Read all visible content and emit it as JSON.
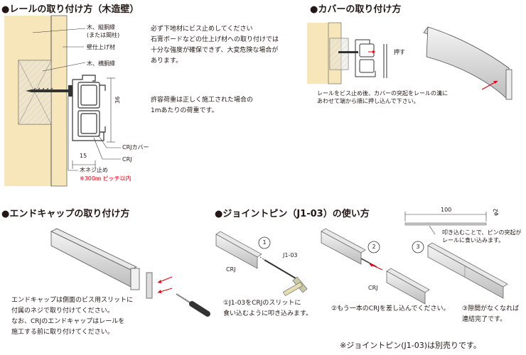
{
  "colors": {
    "wall": "#f7e6b9",
    "wood": "#e7e3dc",
    "metal": "#eeeeee",
    "red": "#e60012",
    "ink": "#231815"
  },
  "sec1": {
    "heading": "●レールの取り付け方（木造壁）",
    "label_wood1": "木、縦胴縁",
    "label_wood2": "(または間柱)",
    "label_finish": "壁仕上げ材",
    "label_wood3": "木、横胴縁",
    "note_lines": [
      "必ず下地材にビス止めしてください",
      "石膏ボードなどの仕上げ材への取り付けでは",
      "十分な強度が確保できず、大変危険な場合が",
      "あります。"
    ],
    "load_lines": [
      "許容荷重は正しく施工された場合の",
      "1mあたりの荷重です。"
    ],
    "dim_height": "36",
    "dim_width": "15",
    "label_cover": "CRJカバー",
    "label_rail": "CRJ",
    "label_screw": "木ネジ止め",
    "label_pitch": "※300㎜ ピッチ以内"
  },
  "sec2": {
    "heading": "●カバーの取り付け方",
    "label_push": "押す",
    "caption_lines": [
      "レールをビス止め後、カバーの突起をレールの溝に",
      "あわせて端から順に押し込んで下さい。"
    ]
  },
  "sec3": {
    "heading": "●エンドキャップの取り付け方",
    "caption_lines": [
      "エンドキャップは側面のビス用スリットに",
      "付属のネジで取り付けてください。",
      "なお、CRJのエンドキャップはレールを",
      "施工する前に取り付けてください。"
    ]
  },
  "sec4": {
    "heading": "●ジョイントピン（J1-03）の使い方",
    "step1": "1",
    "step2": "2",
    "step3": "3",
    "label_crj_a": "CRJ",
    "label_j103": "J1-03",
    "label_crj_b": "CRJ",
    "dim_length": "100",
    "dim_dia": "φ2",
    "pin_note_lines": [
      "叩き込むことで、ピンの突起が",
      "レールに食い込みます。"
    ],
    "step1_caption_lines": [
      "①J1-03をCRJのスリットに",
      "食い込むように叩き込みます。"
    ],
    "step2_caption": "②もう一本のCRJを差し込んでください。",
    "step3_caption_lines": [
      "③隙間がなくなれば",
      "連結完了です。"
    ]
  },
  "footer_note": "※ジョイントピン(J1-03)は別売りです。"
}
